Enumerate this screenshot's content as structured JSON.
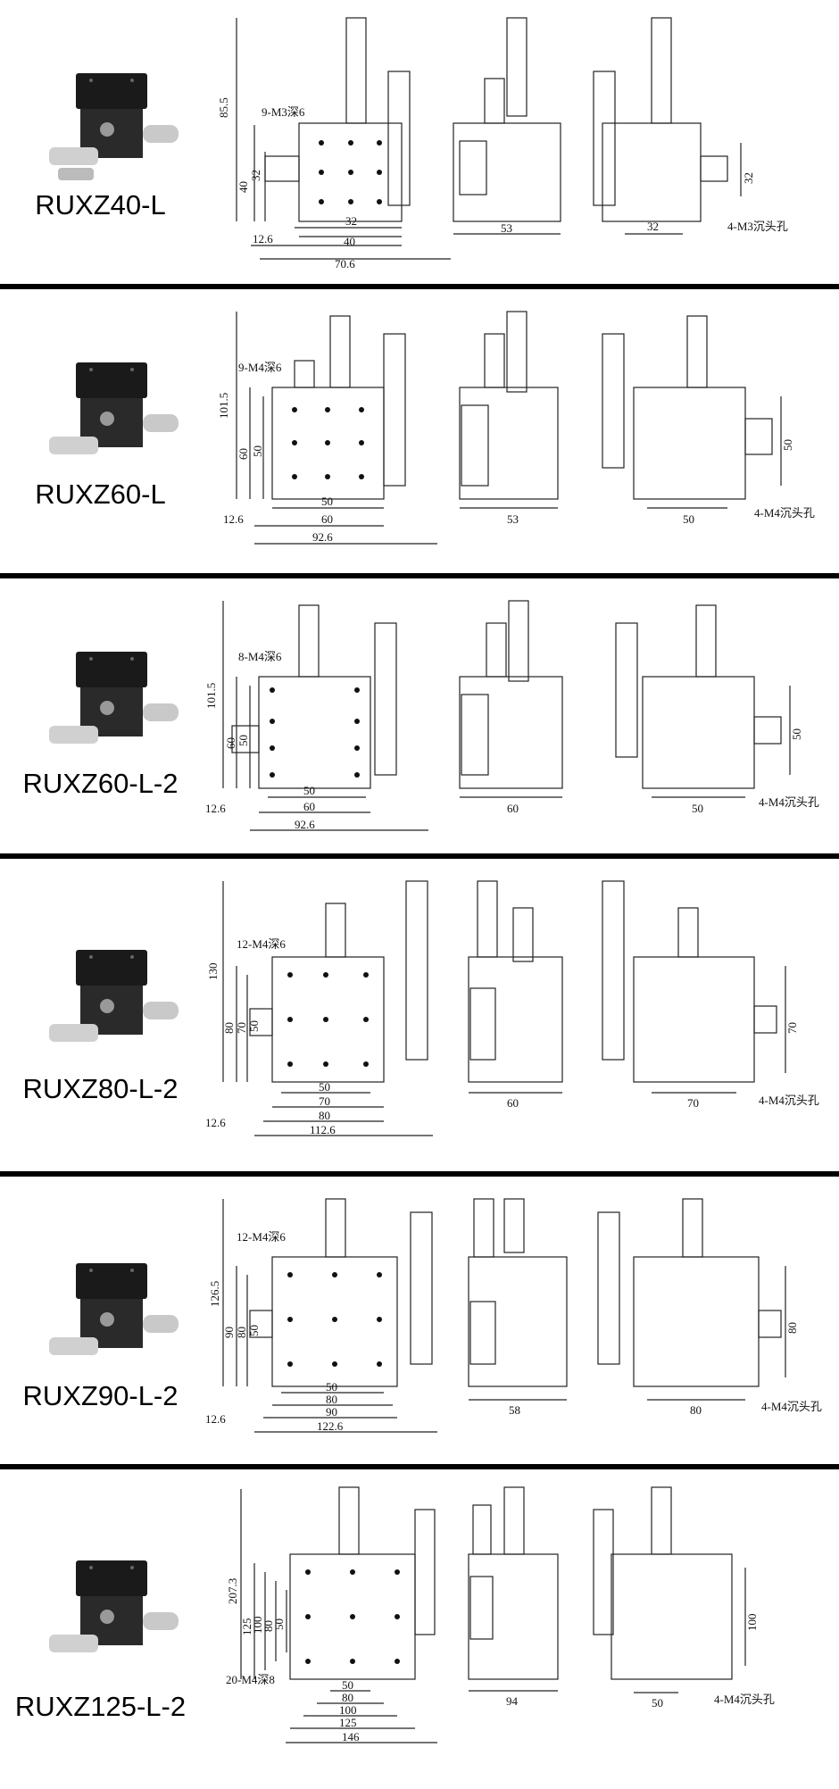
{
  "rows": [
    {
      "model": "RUXZ40-L",
      "holes": "9-M3深6",
      "counter": "4-M3沉头孔",
      "height": "85.5",
      "v_outer": "40",
      "v_inner": "32",
      "offset": "12.6",
      "w_inner": "32",
      "w_mid": "40",
      "w_total": "70.6",
      "side_width": "53",
      "rear_width": "32",
      "rear_height": "32"
    },
    {
      "model": "RUXZ60-L",
      "holes": "9-M4深6",
      "counter": "4-M4沉头孔",
      "height": "101.5",
      "v_outer": "60",
      "v_inner": "50",
      "offset": "12.6",
      "w_inner": "50",
      "w_mid": "60",
      "w_total": "92.6",
      "side_width": "53",
      "rear_width": "50",
      "rear_height": "50"
    },
    {
      "model": "RUXZ60-L-2",
      "holes": "8-M4深6",
      "counter": "4-M4沉头孔",
      "height": "101.5",
      "v_outer": "60",
      "v_inner": "50",
      "offset": "12.6",
      "w_inner": "50",
      "w_mid": "60",
      "w_total": "92.6",
      "side_width": "60",
      "rear_width": "50",
      "rear_height": "50"
    },
    {
      "model": "RUXZ80-L-2",
      "holes": "12-M4深6",
      "counter": "4-M4沉头孔",
      "height": "130",
      "v_outer": "80",
      "v_mid": "70",
      "v_inner": "50",
      "offset": "12.6",
      "w_inner": "50",
      "w_mid": "70",
      "w_mid2": "80",
      "w_total": "112.6",
      "side_width": "60",
      "rear_width": "70",
      "rear_height": "70"
    },
    {
      "model": "RUXZ90-L-2",
      "holes": "12-M4深6",
      "counter": "4-M4沉头孔",
      "height": "126.5",
      "v_outer": "90",
      "v_mid": "80",
      "v_inner": "50",
      "offset": "12.6",
      "w_inner": "50",
      "w_mid": "80",
      "w_mid2": "90",
      "w_total": "122.6",
      "side_width": "58",
      "rear_width": "80",
      "rear_height": "80"
    },
    {
      "model": "RUXZ125-L-2",
      "holes": "20-M4深8",
      "counter": "4-M4沉头孔",
      "height": "207.3",
      "v_outer": "125",
      "v_mid": "100",
      "v_mid2": "80",
      "v_inner": "50",
      "w_inner": "50",
      "w_mid": "80",
      "w_mid2": "100",
      "w_mid3": "125",
      "w_total": "146",
      "side_width": "94",
      "rear_width": "50",
      "rear_height": "100"
    }
  ]
}
